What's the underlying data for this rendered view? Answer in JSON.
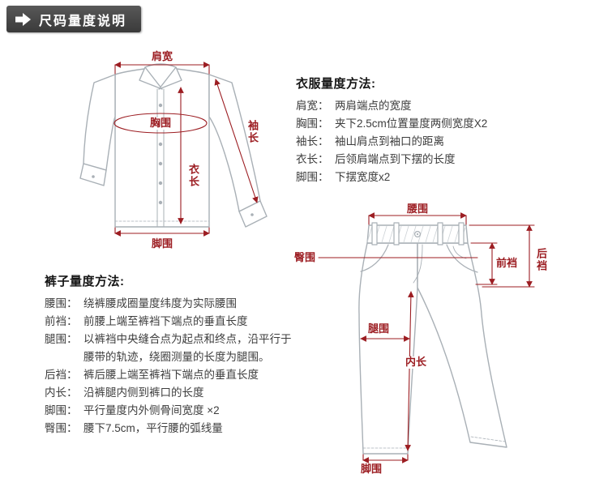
{
  "header": {
    "title": "尺码量度说明"
  },
  "shirt_labels": {
    "shoulder": "肩宽",
    "chest": "胸围",
    "sleeve": "袖长",
    "length": "衣长",
    "hem": "脚围"
  },
  "clothes_method": {
    "title": "衣服量度方法:",
    "items": [
      {
        "term": "肩宽：",
        "desc": "两肩端点的宽度"
      },
      {
        "term": "胸围：",
        "desc": "夹下2.5cm位置量度两侧宽度X2"
      },
      {
        "term": "袖长：",
        "desc": "袖山肩点到袖口的距离"
      },
      {
        "term": "衣长：",
        "desc": "后领肩端点到下摆的长度"
      },
      {
        "term": "脚围：",
        "desc": "下摆宽度x2"
      }
    ]
  },
  "pants_method": {
    "title": "裤子量度方法:",
    "items": [
      {
        "term": "腰围：",
        "desc": "绕裤腰成圈量度纬度为实际腰围"
      },
      {
        "term": "前裆：",
        "desc": "前腰上端至裤裆下端点的垂直长度"
      },
      {
        "term": "腿围：",
        "desc": "以裤裆中央缝合点为起点和终点，沿平行于腰带的轨迹，绕圈测量的长度为腿围。"
      },
      {
        "term": "后裆：",
        "desc": "裤后腰上端至裤裆下端点的垂直长度"
      },
      {
        "term": "内长：",
        "desc": "沿裤腿内侧到裤口的长度"
      },
      {
        "term": "脚围：",
        "desc": "平行量度内外侧骨间宽度 ×2"
      },
      {
        "term": "臀围：",
        "desc": "腰下7.5cm，平行腰的弧线量"
      }
    ]
  },
  "pants_labels": {
    "waist": "腰围",
    "hip": "臀围",
    "front_rise": "前裆",
    "back_rise": "后裆",
    "thigh": "腿围",
    "inseam": "内长",
    "leg_opening": "脚围"
  },
  "colors": {
    "annotation_red": "#9c1d22",
    "line_art_gray": "#a9b0b6",
    "header_bg": "#434343",
    "header_text": "#ffffff",
    "body_text": "#3d3d3d"
  }
}
